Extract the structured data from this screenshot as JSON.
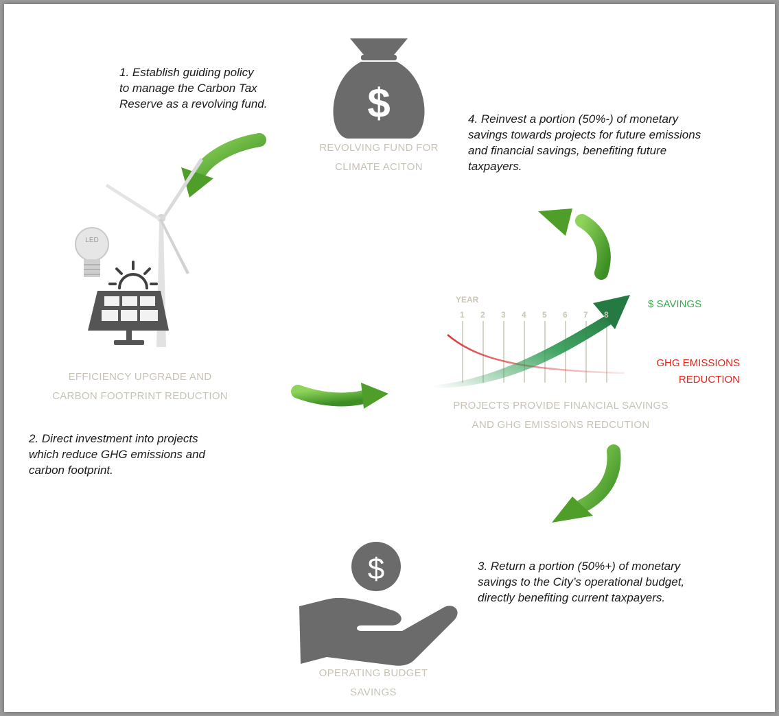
{
  "steps": {
    "step1": "1. Establish guiding policy\nto manage the Carbon Tax\nReserve as a revolving fund.",
    "step2": "2. Direct investment into projects\nwhich reduce GHG emissions and\ncarbon footprint.",
    "step3": "3. Return a portion (50%+) of monetary\nsavings to the City’s operational budget,\ndirectly benefiting current taxpayers.",
    "step4": "4. Reinvest a portion (50%-) of monetary\nsavings towards projects for future emissions\nand financial savings, benefiting future\ntaxpayers."
  },
  "captions": {
    "fund": "REVOLVING FUND FOR\nCLIMATE ACITON",
    "efficiency": "EFFICIENCY UPGRADE AND\nCARBON FOOTPRINT REDUCTION",
    "projects": "PROJECTS PROVIDE FINANCIAL SAVINGS\nAND GHG EMISSIONS REDCUTION",
    "budget": "OPERATING BUDGET\nSAVINGS"
  },
  "chart": {
    "year_label": "YEAR",
    "years": [
      "1",
      "2",
      "3",
      "4",
      "5",
      "6",
      "7",
      "8"
    ],
    "savings_label": "$ SAVINGS",
    "emissions_label": "GHG EMISSIONS\nREDUCTION"
  },
  "icons": {
    "money_bag_symbol": "$",
    "coin_symbol": "$",
    "bulb_text": "LED"
  },
  "colors": {
    "arrow_green": "#5cab2f",
    "savings_green": "#2e9b52",
    "emissions_red": "#e2231a",
    "icon_gray": "#6b6b6b",
    "caption_beige": "#c7c3b6"
  }
}
